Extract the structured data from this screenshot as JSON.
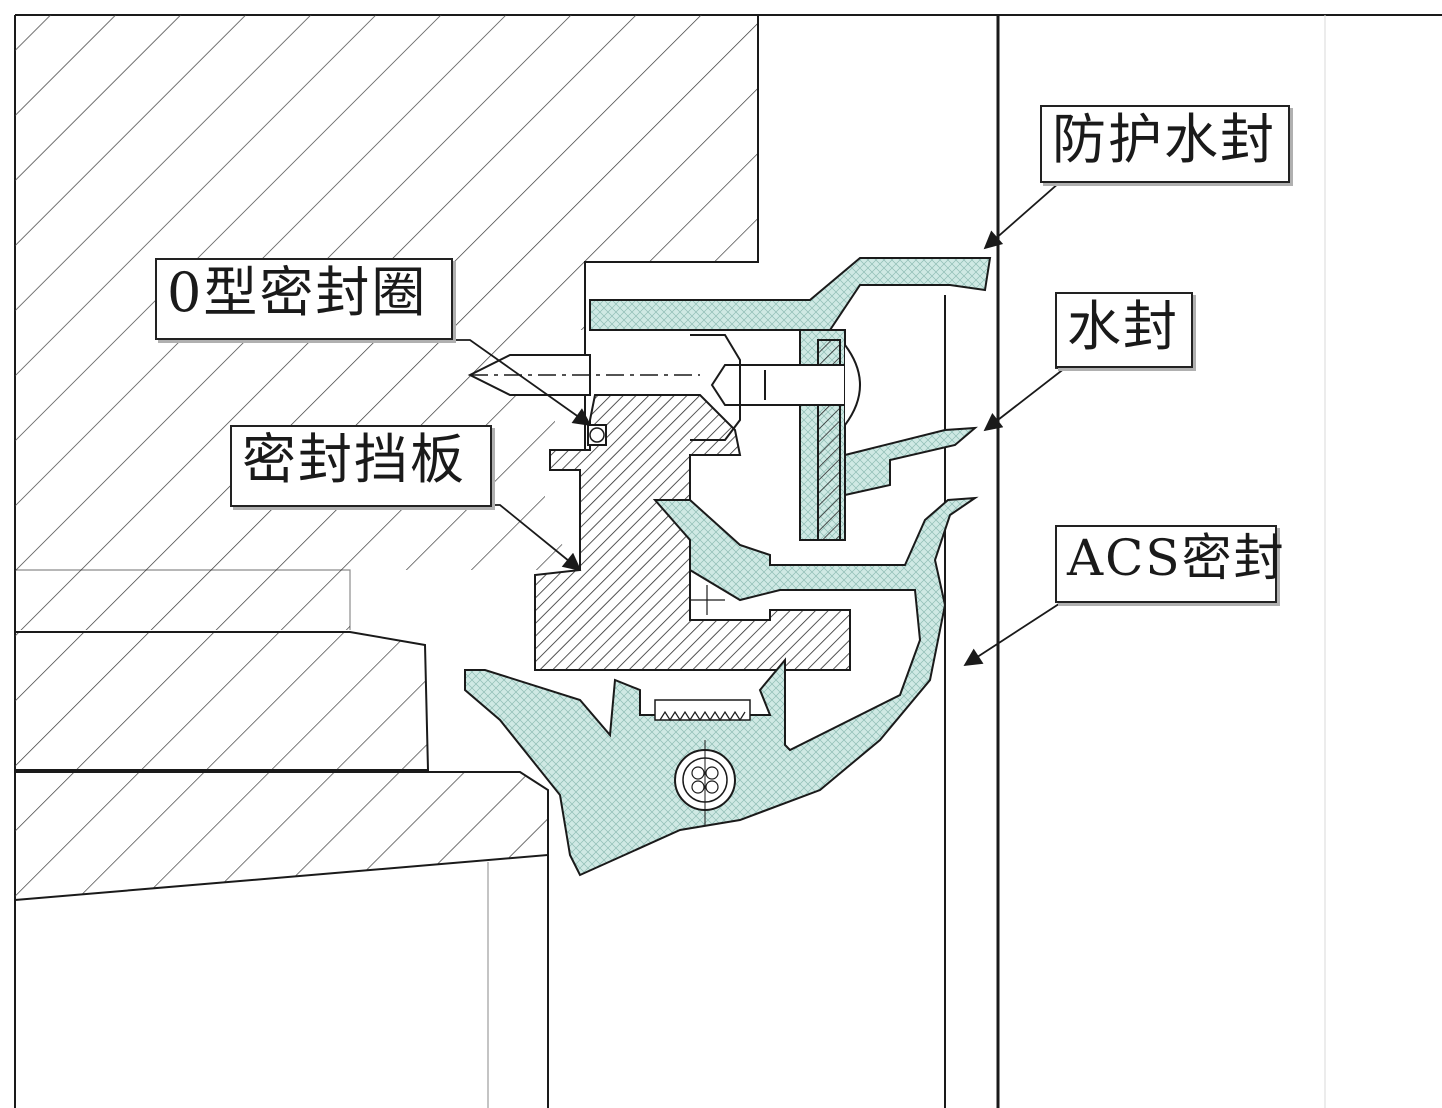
{
  "labels": {
    "protective_water_seal": "防护水封",
    "o_ring": "0型密封圈",
    "water_seal": "水封",
    "seal_baffle": "密封挡板",
    "acs_seal": "ACS密封"
  },
  "colors": {
    "line": "#1a1a1a",
    "seal_fill": "#cfe9e4",
    "hatch": "#3a3a3a",
    "background": "#ffffff"
  }
}
